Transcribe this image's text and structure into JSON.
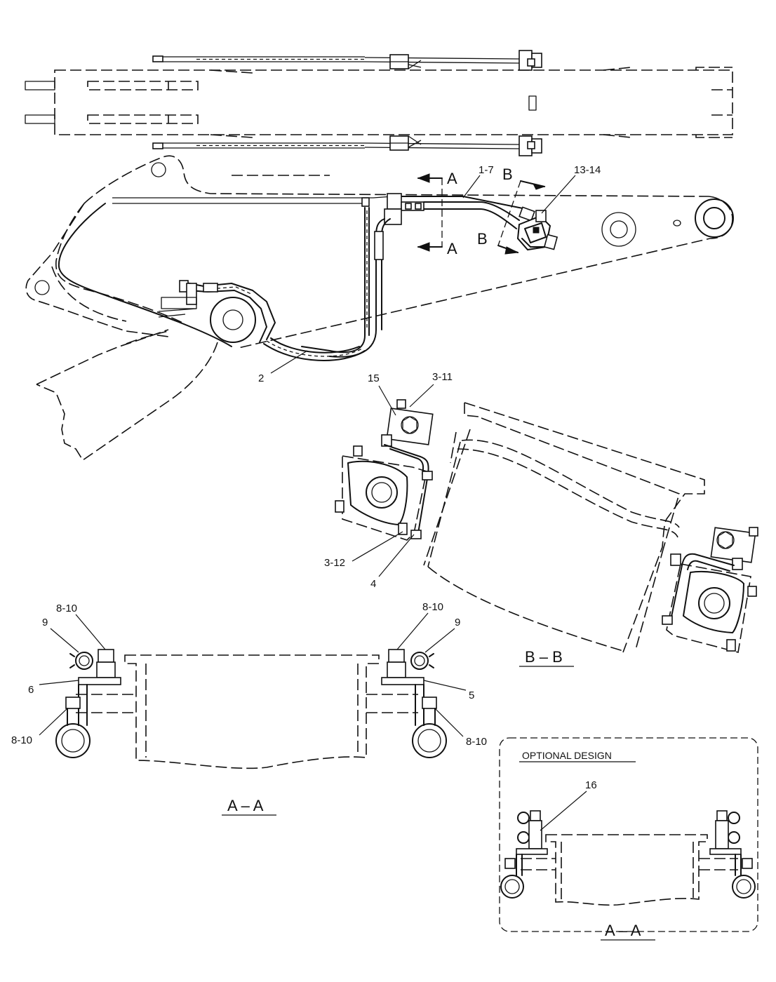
{
  "callouts": {
    "c_1_7": "1-7",
    "c_13_14": "13-14",
    "c_2": "2",
    "c_15": "15",
    "c_3_11": "3-11",
    "c_3_12": "3-12",
    "c_4": "4",
    "c_8_10": "8-10",
    "c_9": "9",
    "c_6": "6",
    "c_5": "5",
    "c_16": "16"
  },
  "section_marks": {
    "a": "A",
    "b": "B"
  },
  "section_titles": {
    "bb": "B – B",
    "aa": "A – A",
    "aa_optional": "A – A"
  },
  "optional_box": {
    "label": "OPTIONAL DESIGN"
  }
}
